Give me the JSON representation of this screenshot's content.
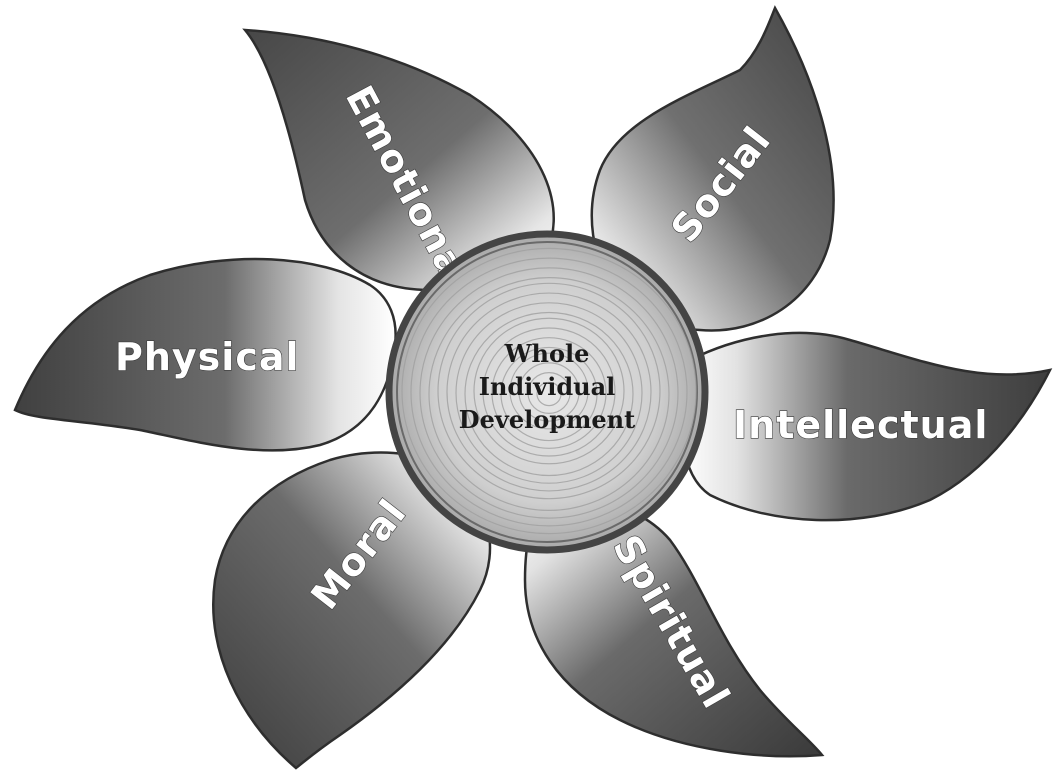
{
  "center": {
    "line1": "Whole",
    "line2": "Individual",
    "line3": "Development"
  },
  "petals": [
    {
      "id": "emotional",
      "label": "Emotional"
    },
    {
      "id": "social",
      "label": "Social"
    },
    {
      "id": "intellectual",
      "label": "Intellectual"
    },
    {
      "id": "spiritual",
      "label": "Spiritual"
    },
    {
      "id": "moral",
      "label": "Moral"
    },
    {
      "id": "physical",
      "label": "Physical"
    }
  ],
  "colors": {
    "petal_dark": "#3c3c3c",
    "petal_light": "#f2f2f2",
    "center_fill": "#cfcfcf",
    "center_ring": "#555555"
  }
}
